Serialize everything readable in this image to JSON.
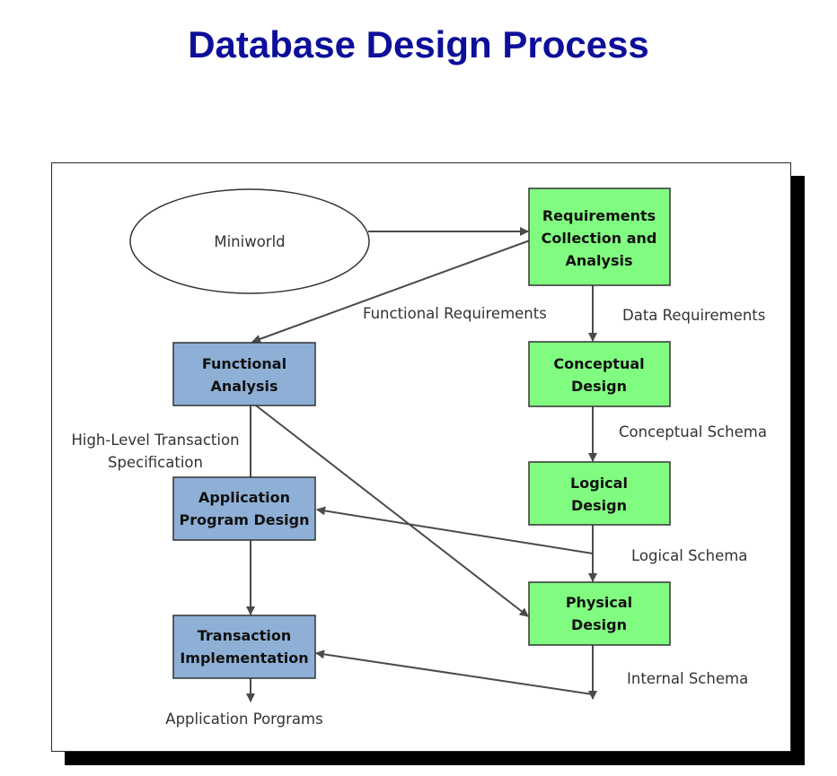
{
  "title": "Database Design Process",
  "colors": {
    "title": "#0d0f9a",
    "green_box": "#80fc80",
    "blue_box": "#8eb0d6",
    "arrow": "#4a4a4a"
  },
  "nodes": {
    "miniworld": "Miniworld",
    "requirements": [
      "Requirements",
      "Collection and",
      "Analysis"
    ],
    "functional_analysis": [
      "Functional",
      "Analysis"
    ],
    "conceptual_design": [
      "Conceptual",
      "Design"
    ],
    "logical_design": [
      "Logical",
      "Design"
    ],
    "physical_design": [
      "Physical",
      "Design"
    ],
    "application_program_design": [
      "Application",
      "Program Design"
    ],
    "transaction_implementation": [
      "Transaction",
      "Implementation"
    ]
  },
  "edge_labels": {
    "functional_requirements": "Functional Requirements",
    "data_requirements": "Data Requirements",
    "conceptual_schema": "Conceptual Schema",
    "high_level_transaction": [
      "High-Level Transaction",
      "Specification"
    ],
    "logical_schema": "Logical Schema",
    "internal_schema": "Internal Schema",
    "application_programs": "Application Porgrams"
  }
}
